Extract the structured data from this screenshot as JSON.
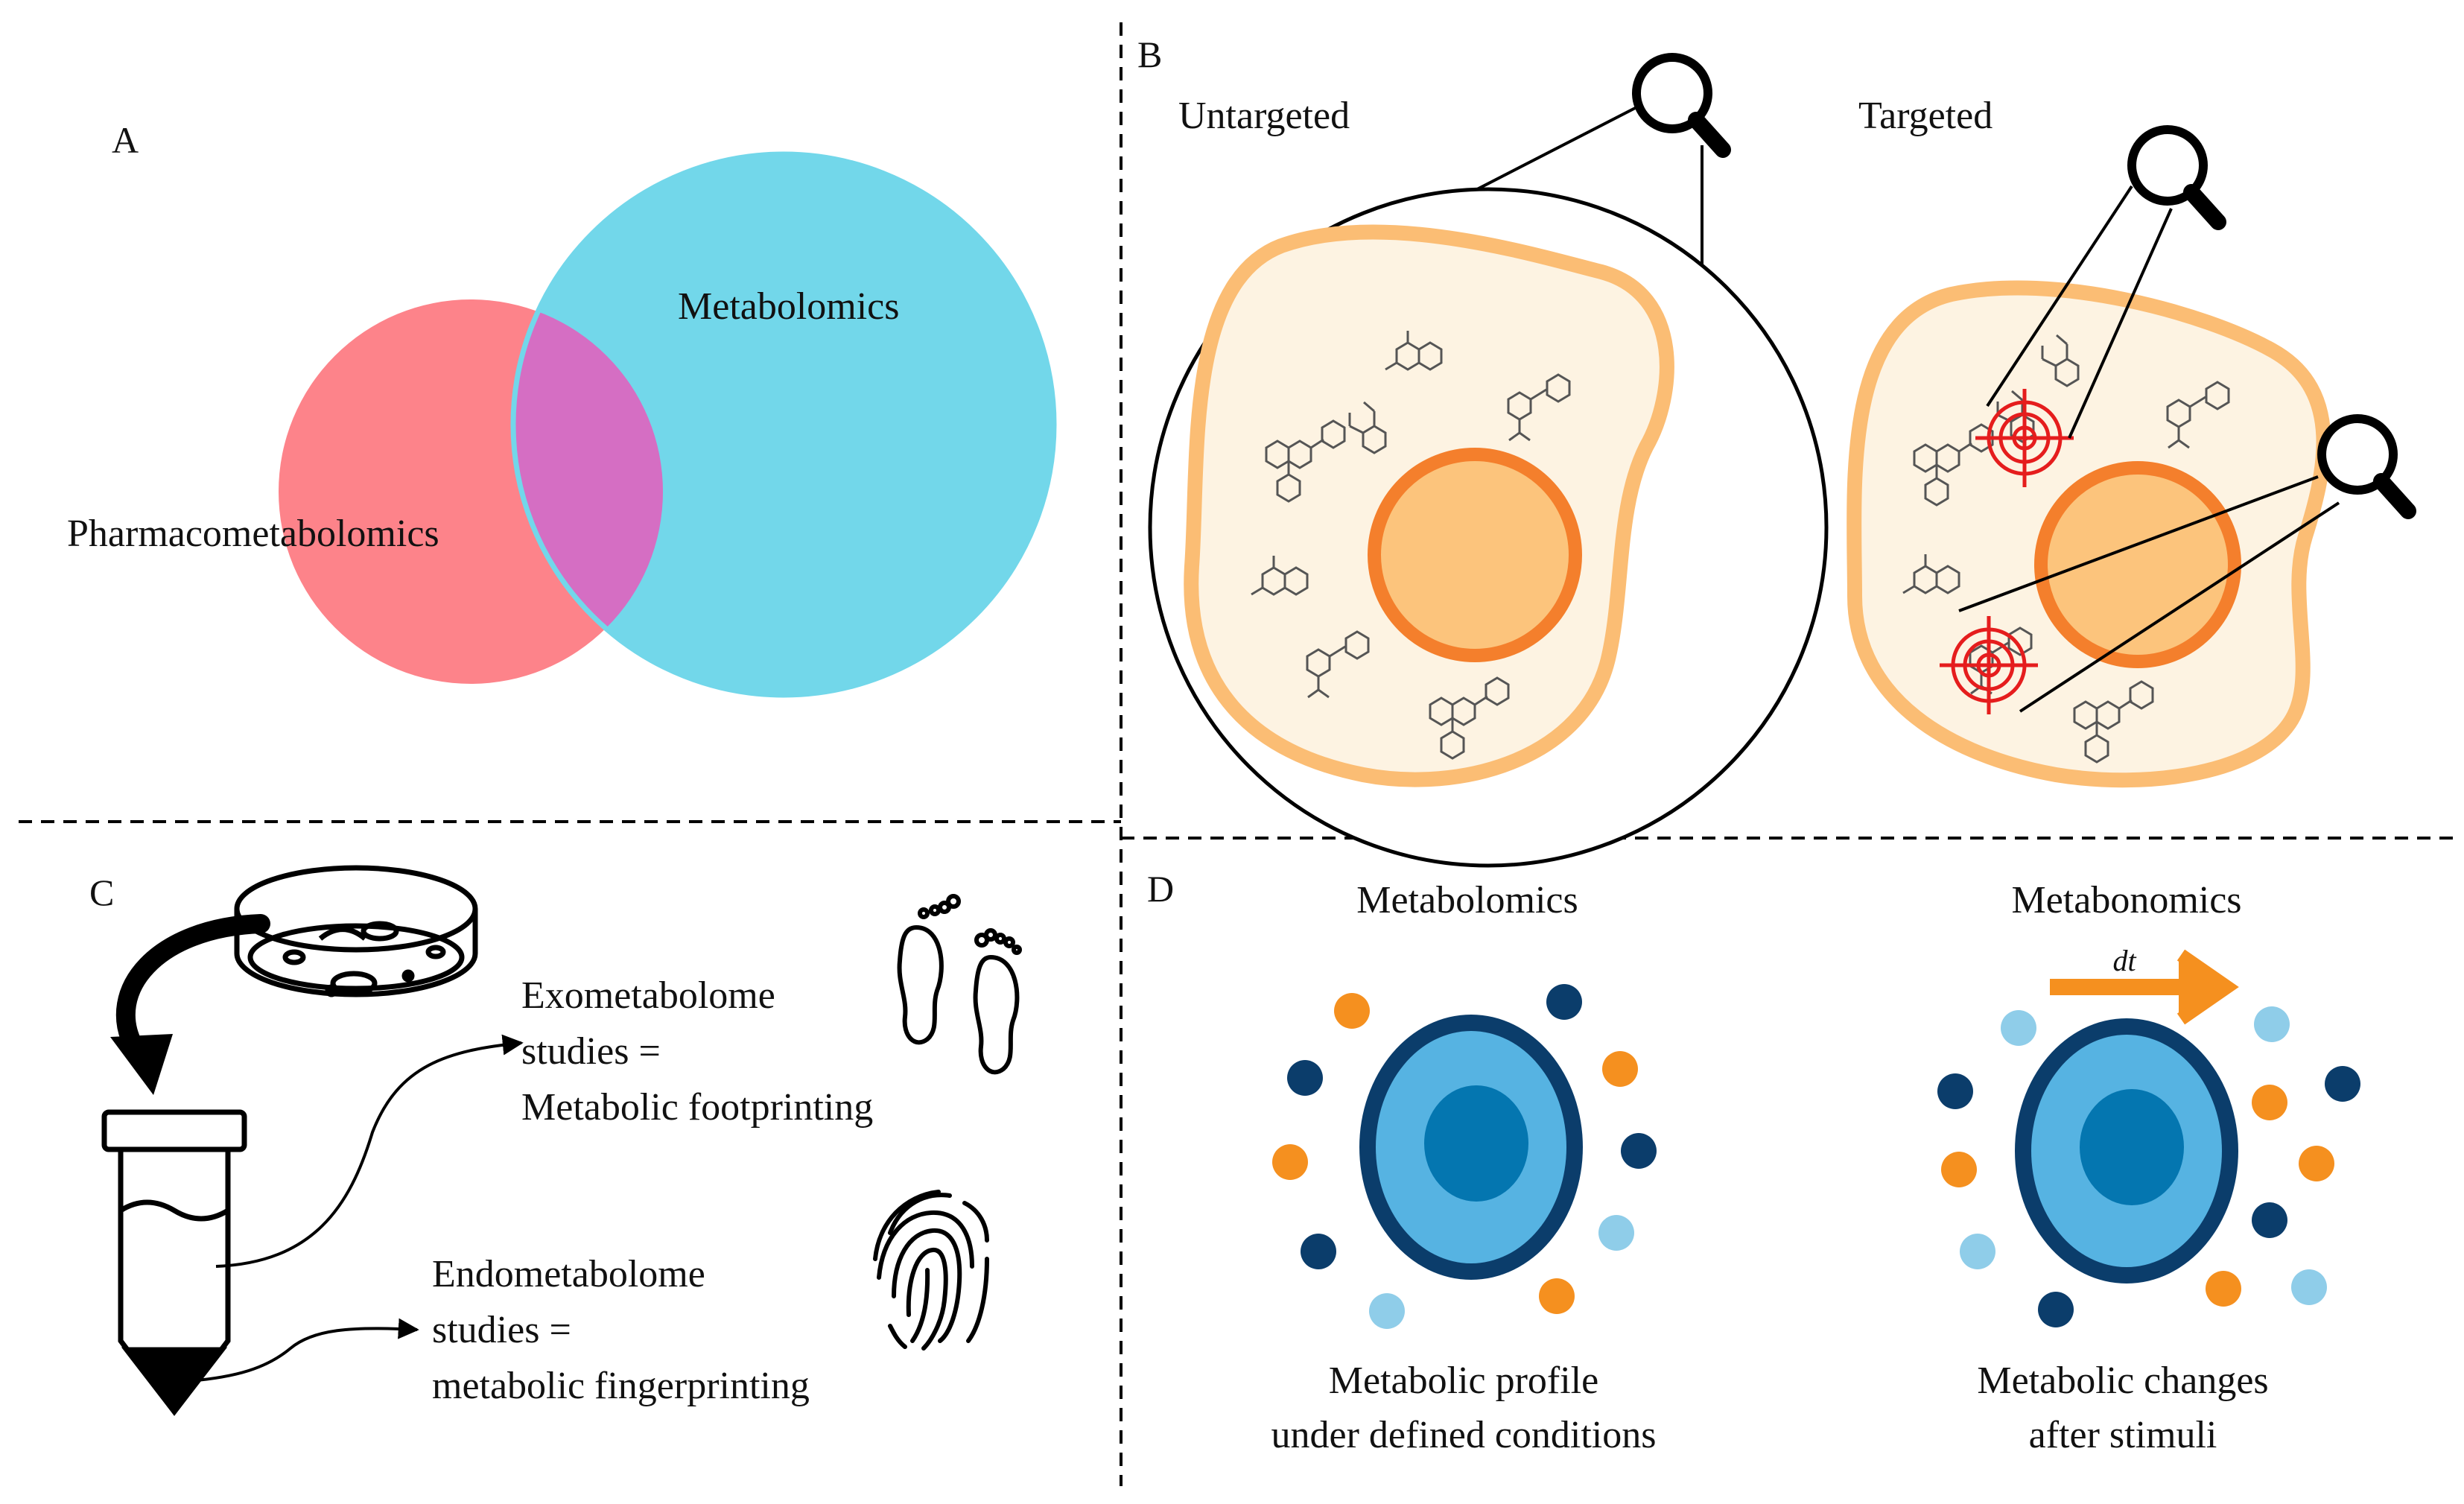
{
  "panels": {
    "a": {
      "letter": "A",
      "big_circle_label": "Metabolomics",
      "small_circle_label": "Pharmacometabolomics",
      "colors": {
        "big": "#72d7ea",
        "small": "#fd838a",
        "overlap": "#d56ec3"
      }
    },
    "b": {
      "letter": "B",
      "left_title": "Untargeted",
      "right_title": "Targeted",
      "icons": [
        "magnifier-icon",
        "molecule-icon",
        "target-icon"
      ],
      "colors": {
        "membrane": "#fbbd74",
        "cytoplasm": "#fdf3e2",
        "nucleus": "#fcc47c",
        "nucleus_ring": "#f47f2c",
        "target": "#e51d1d"
      }
    },
    "c": {
      "letter": "C",
      "exo_line1": "Exometabolome",
      "exo_line2": "studies =",
      "exo_line3": "Metabolic footprinting",
      "endo_line1": "Endometabolome",
      "endo_line2": "studies =",
      "endo_line3": "metabolic fingerprinting",
      "icons": [
        "petri-dish-icon",
        "curved-arrow-icon",
        "test-tube-icon",
        "footprints-icon",
        "fingerprint-icon"
      ]
    },
    "d": {
      "letter": "D",
      "left_title": "Metabolomics",
      "right_title": "Metabonomics",
      "arrow_label": "dt",
      "left_caption_line1": "Metabolic profile",
      "left_caption_line2": "under defined conditions",
      "right_caption_line1": "Metabolic changes",
      "right_caption_line2": "after stimuli",
      "colors": {
        "cell_outer": "#0b3d6b",
        "cell_body": "#56b3e2",
        "cell_nucleus": "#0476b0",
        "orange": "#f5901f",
        "navy": "#0b3d6b",
        "light_blue": "#8fcde9"
      }
    }
  }
}
